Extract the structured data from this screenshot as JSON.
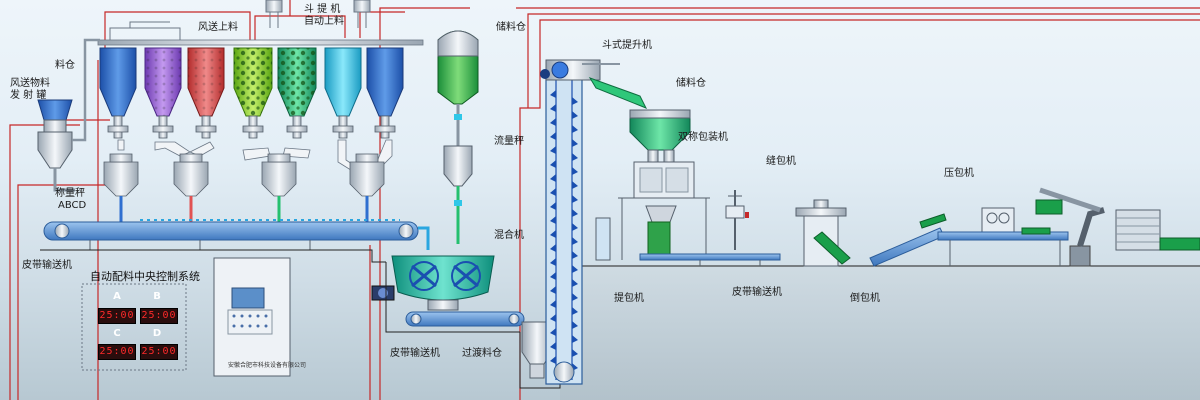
{
  "colors": {
    "hopper_blue": "#2f6fd0",
    "hopper_purple": "#9b5fd8",
    "hopper_red": "#e15252",
    "hopper_lime": "#8fd32a",
    "hopper_green": "#25c06f",
    "hopper_cyan": "#2fc7e8",
    "pipe_red": "#c62828",
    "belt": "#6a9fd8",
    "metal": "#dde3ea",
    "mixer_green": "#1eb89a"
  },
  "labels": {
    "air_feed": "风送上料",
    "elevator_feed": "斗 提 机",
    "auto_feed": "自动上料",
    "storage_top": "储料仓",
    "bin": "料仓",
    "pneumatic_tank_1": "风送物料",
    "pneumatic_tank_2": "发 射 罐",
    "weigh_scale": "称量秤",
    "weigh_scale_abcd": "ABCD",
    "belt_conveyor_left": "皮带输送机",
    "bucket_elevator": "斗式提升机",
    "storage_bin_2": "储料仓",
    "flow_scale": "流量秤",
    "double_packing": "双称包装机",
    "mixer": "混合机",
    "sewing_machine": "缝包机",
    "bale_press": "压包机",
    "lift_machine": "提包机",
    "belt_conveyor_mid": "皮带输送机",
    "bag_tipper": "倒包机",
    "belt_conveyor_bottom": "皮带输送机",
    "transition_bin": "过渡料仓"
  },
  "control": {
    "title": "自动配料中央控制系统",
    "slots": [
      {
        "label": "A",
        "value": "25:00"
      },
      {
        "label": "B",
        "value": "25:00"
      },
      {
        "label": "C",
        "value": "25:00"
      },
      {
        "label": "D",
        "value": "25:00"
      }
    ],
    "cabinet_text": "安徽合肥市科技设备有限公司"
  }
}
